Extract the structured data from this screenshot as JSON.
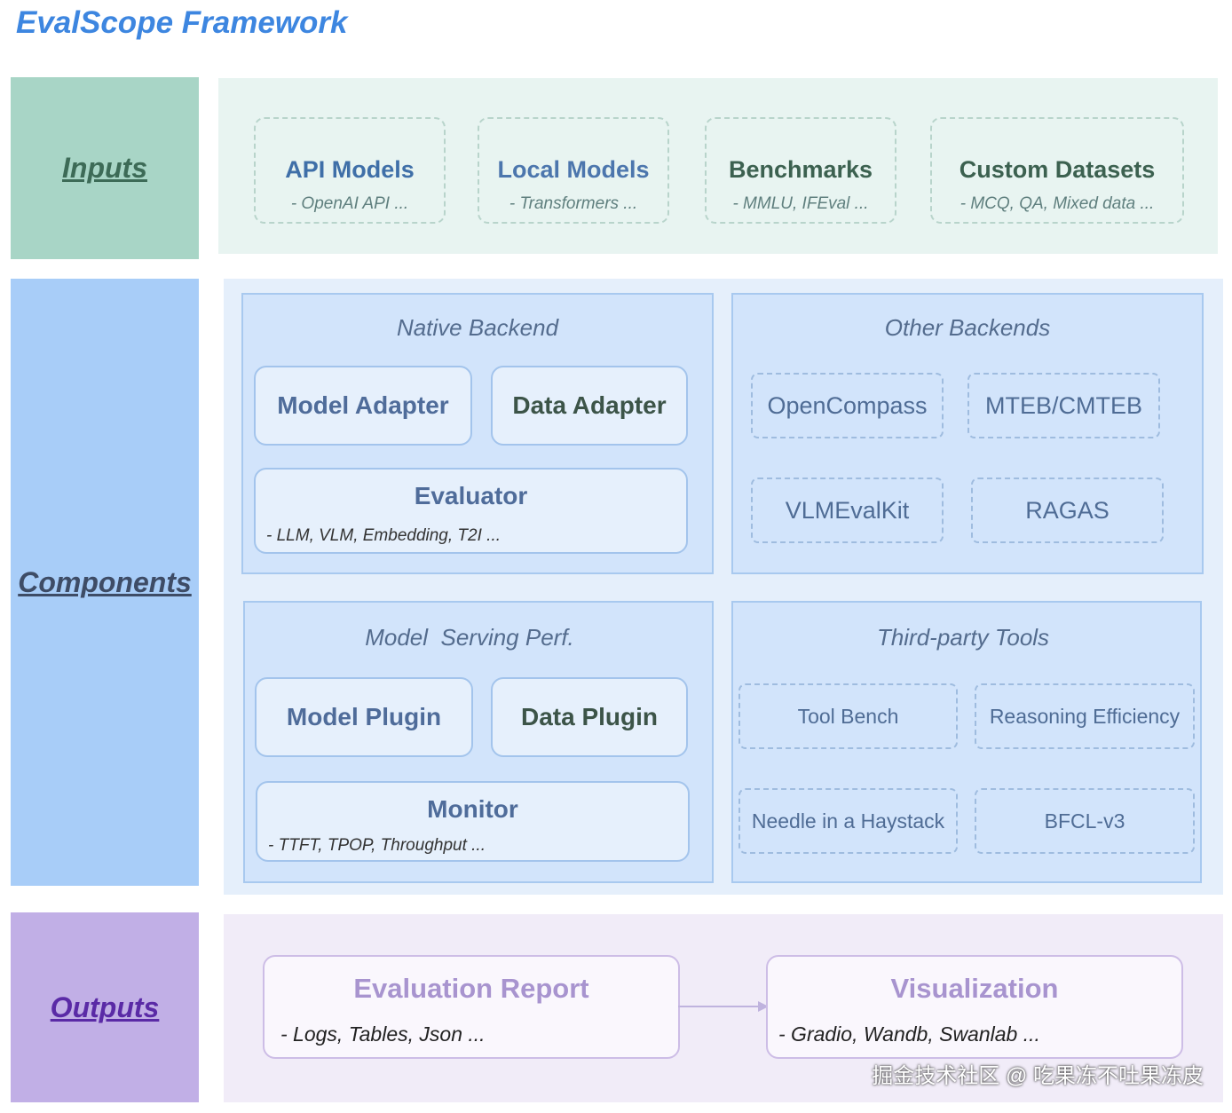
{
  "title": "EvalScope Framework",
  "sections": {
    "inputs": "Inputs",
    "components": "Components",
    "outputs": "Outputs"
  },
  "inputs": [
    {
      "title": "API Models",
      "subtitle": "- OpenAI API ...",
      "color": "#3f6fa8"
    },
    {
      "title": "Local Models",
      "subtitle": "- Transformers ...",
      "color": "#4c76ad"
    },
    {
      "title": "Benchmarks",
      "subtitle": "- MMLU, IFEval ...",
      "color": "#3c6150"
    },
    {
      "title": "Custom Datasets",
      "subtitle": "- MCQ, QA, Mixed data ...",
      "color": "#3c6150"
    }
  ],
  "native_backend": {
    "title": "Native Backend",
    "model_adapter": "Model Adapter",
    "data_adapter": "Data Adapter",
    "evaluator": {
      "title": "Evaluator",
      "subtitle": "- LLM, VLM, Embedding, T2I ..."
    }
  },
  "other_backends": {
    "title": "Other Backends",
    "items": [
      "OpenCompass",
      "MTEB/CMTEB",
      "VLMEvalKit",
      "RAGAS"
    ]
  },
  "serving_perf": {
    "title": "Model  Serving Perf.",
    "model_plugin": "Model Plugin",
    "data_plugin": "Data Plugin",
    "monitor": {
      "title": "Monitor",
      "subtitle": "- TTFT, TPOP, Throughput ..."
    }
  },
  "third_party": {
    "title": "Third-party Tools",
    "items": [
      "Tool Bench",
      "Reasoning Efficiency",
      "Needle in a Haystack",
      "BFCL-v3"
    ]
  },
  "outputs": {
    "report": {
      "title": "Evaluation Report",
      "subtitle": "- Logs, Tables, Json ..."
    },
    "visualization": {
      "title": "Visualization",
      "subtitle": "- Gradio, Wandb, Swanlab ..."
    }
  },
  "watermark": "掘金技术社区 @ 吃果冻不吐果冻皮",
  "colors": {
    "title": "#3d86e0",
    "inputs_side": "#a8d5c6",
    "inputs_band": "#e8f4f1",
    "components_side": "#a8cdf8",
    "components_band": "#e5effb",
    "outputs_side": "#c1afe6",
    "outputs_band": "#f1ecf8"
  }
}
